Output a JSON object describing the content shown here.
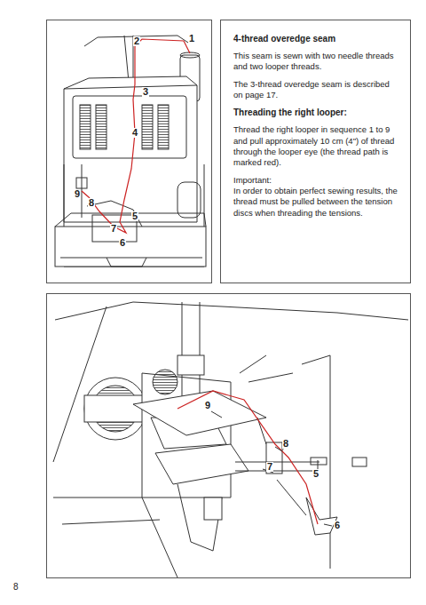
{
  "diagram": {
    "nodes": [
      {
        "text": [
          "4-thread overedge seam",
          "This seam is sewn with two needle threads and two looper threads.",
          "The 3-thread overedge seam is described on page 17.",
          "Threading the right looper:",
          "Thread the right looper in sequence 1 to 9 and pull approximately 10 cm (4\") of thread through the looper eye (the thread path is marked red).",
          "Important:",
          "In order to obtain perfect sewing results, the thread must be pulled between the tension discs when threading the tensions."
        ]
      }
    ],
    "labels": [
      "2",
      "1",
      "3",
      "4",
      "9",
      "8",
      "7",
      "5",
      "6",
      "9",
      "8",
      "7",
      "5",
      "6",
      "8"
    ]
  }
}
